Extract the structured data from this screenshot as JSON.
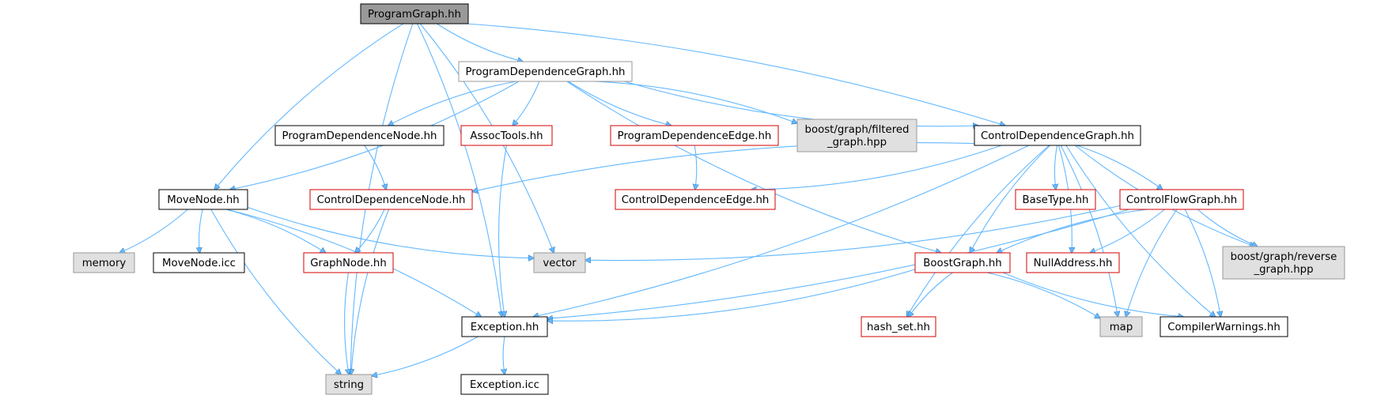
{
  "graph": {
    "title": "ProgramGraph.hh",
    "colors": {
      "root_fill": "#999999",
      "external_fill": "#e0e0e0",
      "red_border": "#d40000",
      "black_border": "#000000",
      "gray_border": "#999999",
      "edge": "#63b8ff",
      "edge_dark": "#1b5e9e",
      "arrow": "#63b8ff"
    },
    "nodes": [
      {
        "id": "ProgramGraph",
        "label": "ProgramGraph.hh",
        "style": "root"
      },
      {
        "id": "ProgramDependenceGraph",
        "label": "ProgramDependenceGraph.hh",
        "style": "gray"
      },
      {
        "id": "ProgramDependenceNode",
        "label": "ProgramDependenceNode.hh",
        "style": "black"
      },
      {
        "id": "AssocTools",
        "label": "AssocTools.hh",
        "style": "red"
      },
      {
        "id": "ProgramDependenceEdge",
        "label": "ProgramDependenceEdge.hh",
        "style": "red"
      },
      {
        "id": "filtered_graph",
        "label": "boost/graph/filtered\n_graph.hpp",
        "style": "external"
      },
      {
        "id": "ControlDependenceGraph",
        "label": "ControlDependenceGraph.hh",
        "style": "black"
      },
      {
        "id": "MoveNode",
        "label": "MoveNode.hh",
        "style": "black"
      },
      {
        "id": "ControlDependenceNode",
        "label": "ControlDependenceNode.hh",
        "style": "red"
      },
      {
        "id": "ControlDependenceEdge",
        "label": "ControlDependenceEdge.hh",
        "style": "red"
      },
      {
        "id": "BaseType",
        "label": "BaseType.hh",
        "style": "red"
      },
      {
        "id": "ControlFlowGraph",
        "label": "ControlFlowGraph.hh",
        "style": "red"
      },
      {
        "id": "memory",
        "label": "memory",
        "style": "external"
      },
      {
        "id": "MoveNodeIcc",
        "label": "MoveNode.icc",
        "style": "white"
      },
      {
        "id": "GraphNode",
        "label": "GraphNode.hh",
        "style": "red"
      },
      {
        "id": "vector",
        "label": "vector",
        "style": "external"
      },
      {
        "id": "BoostGraph",
        "label": "BoostGraph.hh",
        "style": "red"
      },
      {
        "id": "NullAddress",
        "label": "NullAddress.hh",
        "style": "red"
      },
      {
        "id": "reverse_graph",
        "label": "boost/graph/reverse\n_graph.hpp",
        "style": "external"
      },
      {
        "id": "Exception",
        "label": "Exception.hh",
        "style": "black"
      },
      {
        "id": "hash_set",
        "label": "hash_set.hh",
        "style": "red"
      },
      {
        "id": "map",
        "label": "map",
        "style": "external"
      },
      {
        "id": "CompilerWarnings",
        "label": "CompilerWarnings.hh",
        "style": "black"
      },
      {
        "id": "string",
        "label": "string",
        "style": "external"
      },
      {
        "id": "ExceptionIcc",
        "label": "Exception.icc",
        "style": "white"
      }
    ],
    "edges": [
      [
        "ProgramGraph",
        "ProgramDependenceGraph"
      ],
      [
        "ProgramGraph",
        "ControlDependenceGraph"
      ],
      [
        "ProgramGraph",
        "MoveNode"
      ],
      [
        "ProgramGraph",
        "Exception"
      ],
      [
        "ProgramGraph",
        "string"
      ],
      [
        "ProgramGraph",
        "vector"
      ],
      [
        "ProgramDependenceGraph",
        "ProgramDependenceNode"
      ],
      [
        "ProgramDependenceGraph",
        "AssocTools"
      ],
      [
        "ProgramDependenceGraph",
        "ProgramDependenceEdge"
      ],
      [
        "ProgramDependenceGraph",
        "filtered_graph"
      ],
      [
        "ProgramDependenceGraph",
        "ControlDependenceGraph"
      ],
      [
        "ProgramDependenceGraph",
        "MoveNode"
      ],
      [
        "ProgramDependenceGraph",
        "BoostGraph"
      ],
      [
        "ProgramDependenceNode",
        "ControlDependenceNode"
      ],
      [
        "AssocTools",
        "Exception"
      ],
      [
        "ProgramDependenceEdge",
        "ControlDependenceEdge"
      ],
      [
        "ControlDependenceGraph",
        "ControlDependenceNode"
      ],
      [
        "ControlDependenceGraph",
        "ControlDependenceEdge"
      ],
      [
        "ControlDependenceGraph",
        "BaseType"
      ],
      [
        "ControlDependenceGraph",
        "ControlFlowGraph"
      ],
      [
        "ControlDependenceGraph",
        "BoostGraph"
      ],
      [
        "ControlDependenceGraph",
        "NullAddress"
      ],
      [
        "ControlDependenceGraph",
        "reverse_graph"
      ],
      [
        "ControlDependenceGraph",
        "Exception"
      ],
      [
        "ControlDependenceGraph",
        "hash_set"
      ],
      [
        "ControlDependenceGraph",
        "map"
      ],
      [
        "ControlDependenceGraph",
        "CompilerWarnings"
      ],
      [
        "MoveNode",
        "memory"
      ],
      [
        "MoveNode",
        "MoveNodeIcc"
      ],
      [
        "MoveNode",
        "GraphNode"
      ],
      [
        "MoveNode",
        "vector"
      ],
      [
        "MoveNode",
        "Exception"
      ],
      [
        "MoveNode",
        "string"
      ],
      [
        "ControlDependenceNode",
        "GraphNode"
      ],
      [
        "ControlDependenceNode",
        "string"
      ],
      [
        "ControlFlowGraph",
        "vector"
      ],
      [
        "ControlFlowGraph",
        "BoostGraph"
      ],
      [
        "ControlFlowGraph",
        "NullAddress"
      ],
      [
        "ControlFlowGraph",
        "reverse_graph"
      ],
      [
        "ControlFlowGraph",
        "Exception"
      ],
      [
        "ControlFlowGraph",
        "map"
      ],
      [
        "ControlFlowGraph",
        "CompilerWarnings"
      ],
      [
        "GraphNode",
        "string"
      ],
      [
        "BoostGraph",
        "Exception"
      ],
      [
        "BoostGraph",
        "hash_set"
      ],
      [
        "BoostGraph",
        "map"
      ],
      [
        "BoostGraph",
        "CompilerWarnings"
      ],
      [
        "Exception",
        "string"
      ],
      [
        "Exception",
        "ExceptionIcc"
      ]
    ]
  }
}
